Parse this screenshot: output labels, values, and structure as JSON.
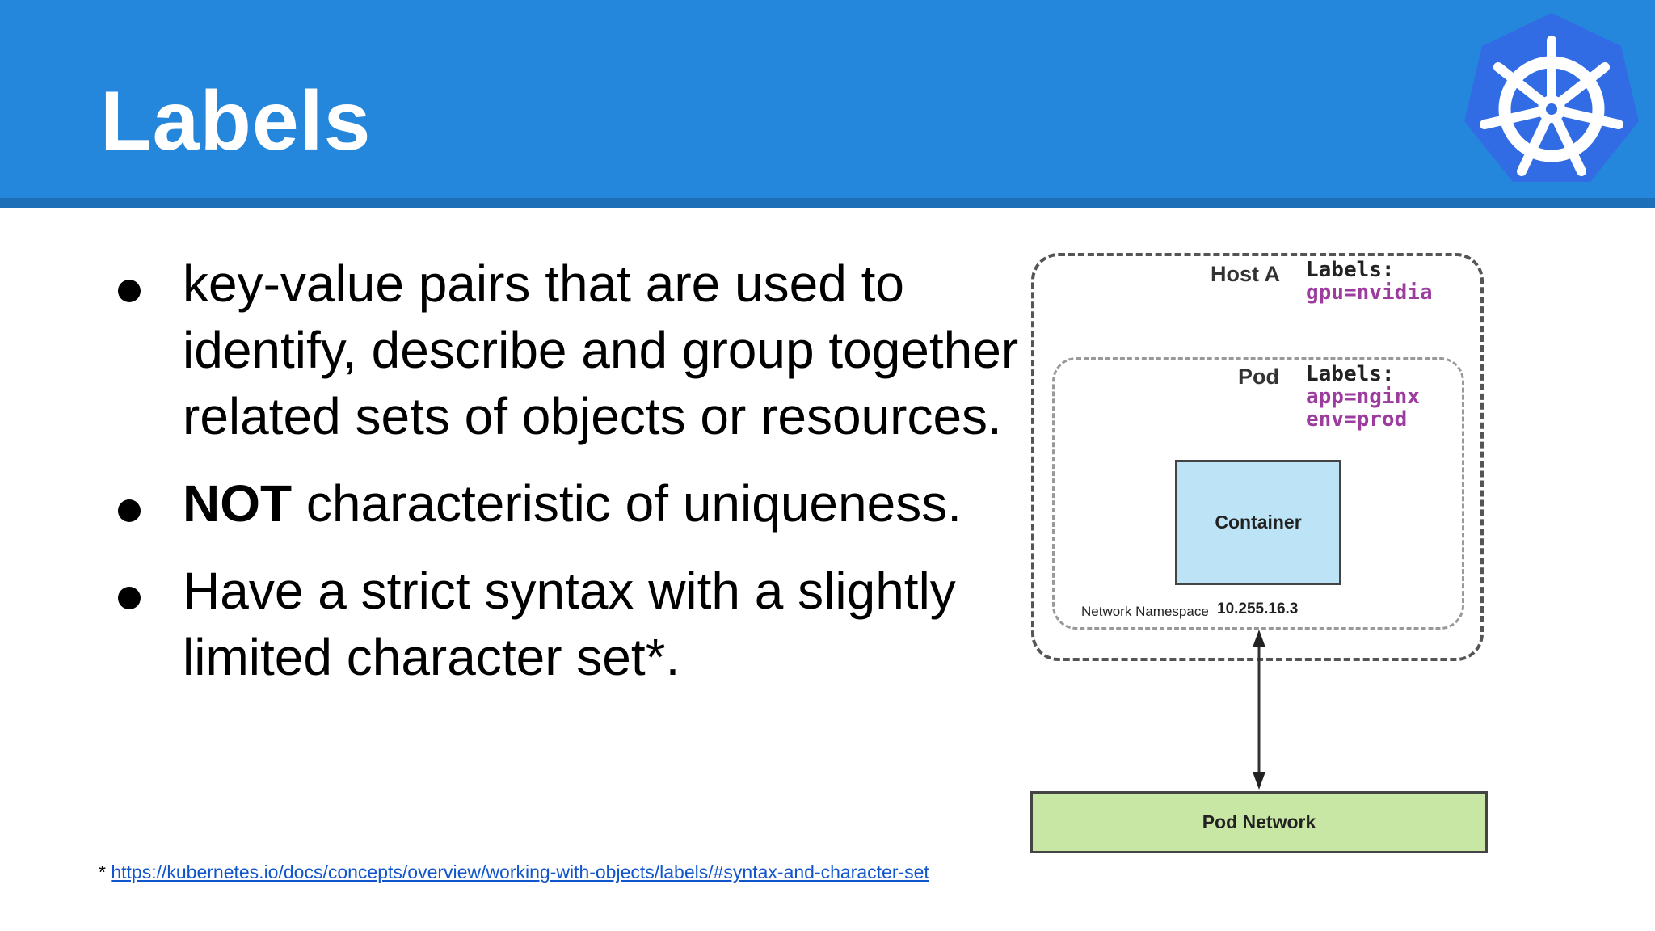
{
  "slide": {
    "title": "Labels"
  },
  "bullets": [
    {
      "bold": "",
      "text": "key-value pairs that are used to identify, describe and group together related sets of objects or resources."
    },
    {
      "bold": "NOT",
      "text": " characteristic of uniqueness."
    },
    {
      "bold": "",
      "text": "Have a strict syntax with a slightly limited character set*."
    }
  ],
  "footnote": {
    "prefix": "* ",
    "link": "https://kubernetes.io/docs/concepts/overview/working-with-objects/labels/#syntax-and-character-set"
  },
  "diagram": {
    "host": {
      "name": "Host A",
      "labels_heading": "Labels:",
      "labels": [
        "gpu=nvidia"
      ]
    },
    "pod": {
      "name": "Pod",
      "labels_heading": "Labels:",
      "labels": [
        "app=nginx",
        "env=prod"
      ]
    },
    "container": "Container",
    "network_namespace_label": "Network Namespace",
    "network_namespace_ip": "10.255.16.3",
    "pod_network": "Pod Network"
  },
  "colors": {
    "header": "#2587dc",
    "label_values": "#9b3c9e",
    "container_fill": "#bde3f6",
    "pod_network_fill": "#c8e6a4",
    "link": "#1155cc"
  },
  "icons": {
    "logo": "kubernetes-helm-wheel-icon"
  }
}
